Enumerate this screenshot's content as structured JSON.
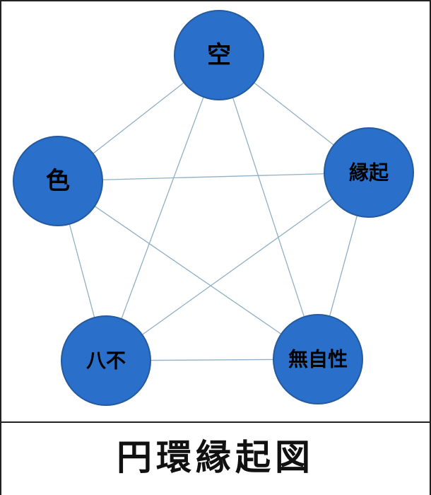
{
  "colors": {
    "node_fill": "#2a6fc9",
    "node_stroke": "#245a9e",
    "edge": "#8fb0c6",
    "label": "#000000"
  },
  "diagram": {
    "nodes": [
      {
        "id": "ku",
        "label": "空"
      },
      {
        "id": "engi",
        "label": "縁起"
      },
      {
        "id": "mujisho",
        "label": "無自性"
      },
      {
        "id": "fuha",
        "label": "八不"
      },
      {
        "id": "shiki",
        "label": "色"
      }
    ],
    "edges": [
      [
        "ku",
        "engi"
      ],
      [
        "engi",
        "mujisho"
      ],
      [
        "mujisho",
        "fuha"
      ],
      [
        "fuha",
        "shiki"
      ],
      [
        "shiki",
        "ku"
      ],
      [
        "ku",
        "mujisho"
      ],
      [
        "ku",
        "fuha"
      ],
      [
        "engi",
        "fuha"
      ],
      [
        "engi",
        "shiki"
      ],
      [
        "shiki",
        "mujisho"
      ]
    ]
  },
  "caption": "円環縁起図"
}
